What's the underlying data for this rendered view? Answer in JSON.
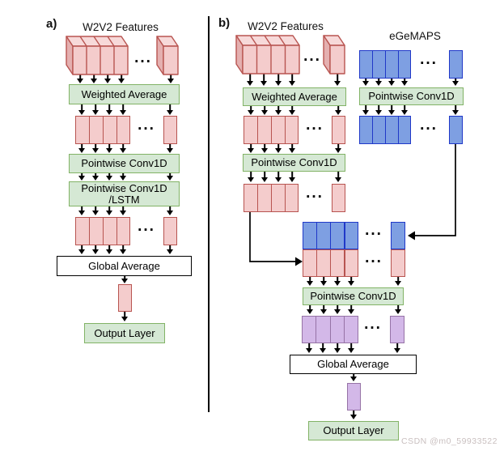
{
  "figure": {
    "panel_a": {
      "label": "a)",
      "title": "W2V2 Features",
      "layers": {
        "weighted_average": "Weighted Average",
        "pointwise_conv1d": "Pointwise Conv1D",
        "pointwise_conv1d_lstm_line1": "Pointwise Conv1D",
        "pointwise_conv1d_lstm_line2": "/LSTM",
        "global_average": "Global Average",
        "output_layer": "Output Layer"
      }
    },
    "panel_b": {
      "label": "b)",
      "w2v2_title": "W2V2 Features",
      "egemaps_title": "eGeMAPS",
      "layers": {
        "w2v2_weighted_average": "Weighted Average",
        "w2v2_pointwise_conv1d": "Pointwise Conv1D",
        "egemaps_pointwise_conv1d": "Pointwise Conv1D",
        "fusion_pointwise_conv1d": "Pointwise Conv1D",
        "global_average": "Global Average",
        "output_layer": "Output Layer"
      }
    },
    "ellipsis": "...",
    "colors": {
      "w2v2_fill": "#f4cccc",
      "w2v2_top": "#f7d9d9",
      "w2v2_side": "#e4b0b0",
      "w2v2_border": "#b85450",
      "egemaps_fill": "#7e9fe2",
      "egemaps_border": "#2038c8",
      "fused_fill": "#d3b8e8",
      "fused_border": "#9673a6",
      "layer_fill": "#d5e8d4",
      "layer_border": "#82b366",
      "arrow": "#000000"
    }
  },
  "watermark": "CSDN @m0_59933522"
}
